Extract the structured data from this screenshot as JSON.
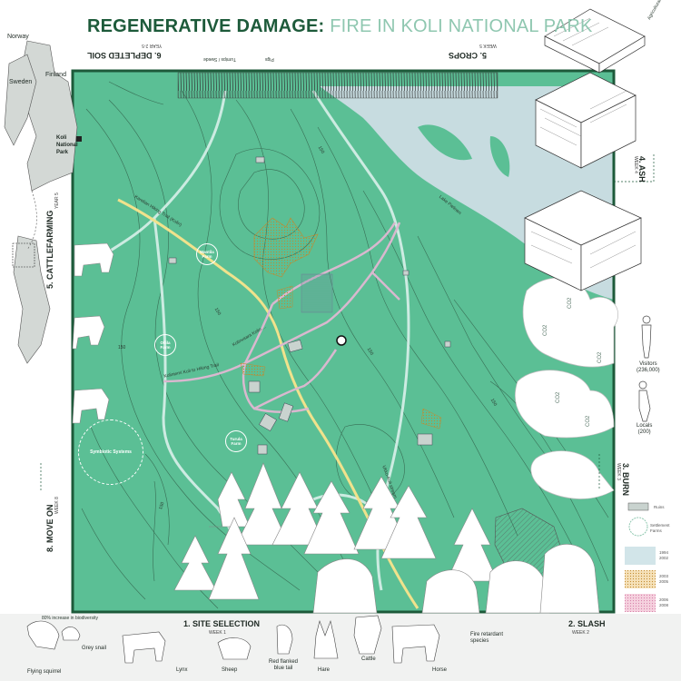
{
  "title": {
    "bold": "REGENERATIVE DAMAGE:",
    "light": "FIRE IN KOLI NATIONAL PARK"
  },
  "stages": {
    "s1": {
      "label": "1. SITE SELECTION",
      "week": "WEEK 1"
    },
    "s2": {
      "label": "2. SLASH",
      "week": "WEEK 2"
    },
    "s3": {
      "label": "3. BURN",
      "week": "WEEK 3"
    },
    "s4": {
      "label": "4. ASH",
      "week": "WEEK 4"
    },
    "s5crops": {
      "label": "5. CROPS",
      "week": "WEEK 5"
    },
    "s5cattle": {
      "label": "5. CATTLEFARMING",
      "week": "YEAR 5"
    },
    "s6": {
      "label": "6. DEPLETED SOIL",
      "week": "YEAR 2-5"
    },
    "s8": {
      "label": "8. MOVE ON",
      "week": "WEEK 8"
    }
  },
  "country": {
    "norway": "Norway",
    "finland": "Finland",
    "sweden": "Sweden",
    "koli": "Koli National Park"
  },
  "farms": {
    "mantila": "Mantila Farm",
    "ollila": "Ollila Farm",
    "turula": "Turula Farm",
    "symbiotic": "Symbiotic Systems"
  },
  "trails": {
    "trail1": "Karelian Hiking Trail (Kolin)",
    "trail2": "Kolinvaara Kolin ...",
    "trail3": "Koliniemi Koli to Hiking Trail",
    "lake": "Lake Pielinen",
    "river": "Ukko-Koli stream"
  },
  "contours": [
    "150",
    "150",
    "150",
    "150",
    "150",
    "150"
  ],
  "top_labels": [
    "Pigs",
    "Turnips / Swede",
    "Agricultural seasons"
  ],
  "people": {
    "visitors": "Visitors",
    "visitors_count": "(236,000)",
    "locals": "Locals",
    "locals_count": "(200)"
  },
  "co2": "CO2",
  "legend": [
    {
      "label": "Ruins"
    },
    {
      "label": "Settlement Farms"
    },
    {
      "label": "1994",
      "label2": "2002",
      "color": "#bfe0e6"
    },
    {
      "label": "2003",
      "label2": "2005",
      "color": "#f3d9a8"
    },
    {
      "label": "2006",
      "label2": "2008",
      "color": "#f2c5d6"
    }
  ],
  "animals": {
    "squirrel": "Flying squirrel",
    "snail": "Grey snail",
    "lynx": "Lynx",
    "sheep": "Sheep",
    "bluetail": "Red flanked blue tail",
    "hare": "Hare",
    "cattle": "Cattle",
    "horse": "Horse",
    "retardant": "Fire retardant species",
    "biodiversity": "80% increase in biodiversity"
  },
  "colors": {
    "green": "#5bbf95",
    "dark": "#1d5a3a",
    "lake": "#c7dce0",
    "path": "#d9b8cf",
    "road": "#f0e28c"
  }
}
